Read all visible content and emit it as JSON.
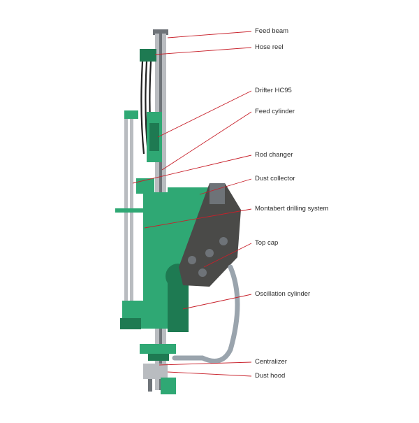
{
  "diagram": {
    "colors": {
      "leader_line": "#c8202a",
      "machine_green": "#2fa874",
      "machine_green_dark": "#1e7a52",
      "steel": "#b9bcc0",
      "steel_dark": "#6e7378",
      "boom_dark": "#4a4a48",
      "hose": "#9aa4ad",
      "label_text": "#2b2b2b"
    },
    "labels": [
      {
        "key": "feed-beam",
        "text": "Feed beam"
      },
      {
        "key": "hose-reel",
        "text": "Hose reel"
      },
      {
        "key": "drifter-hc95",
        "text": "Drifter HC95"
      },
      {
        "key": "feed-cylinder",
        "text": "Feed cylinder"
      },
      {
        "key": "rod-changer",
        "text": "Rod changer"
      },
      {
        "key": "dust-collector",
        "text": "Dust collector"
      },
      {
        "key": "montabert-drilling-system",
        "text": "Montabert drilling system"
      },
      {
        "key": "top-cap",
        "text": "Top cap"
      },
      {
        "key": "oscillation-cylinder",
        "text": "Oscillation cylinder"
      },
      {
        "key": "centralizer",
        "text": "Centralizer"
      },
      {
        "key": "dust-hood",
        "text": "Dust hood"
      }
    ]
  }
}
